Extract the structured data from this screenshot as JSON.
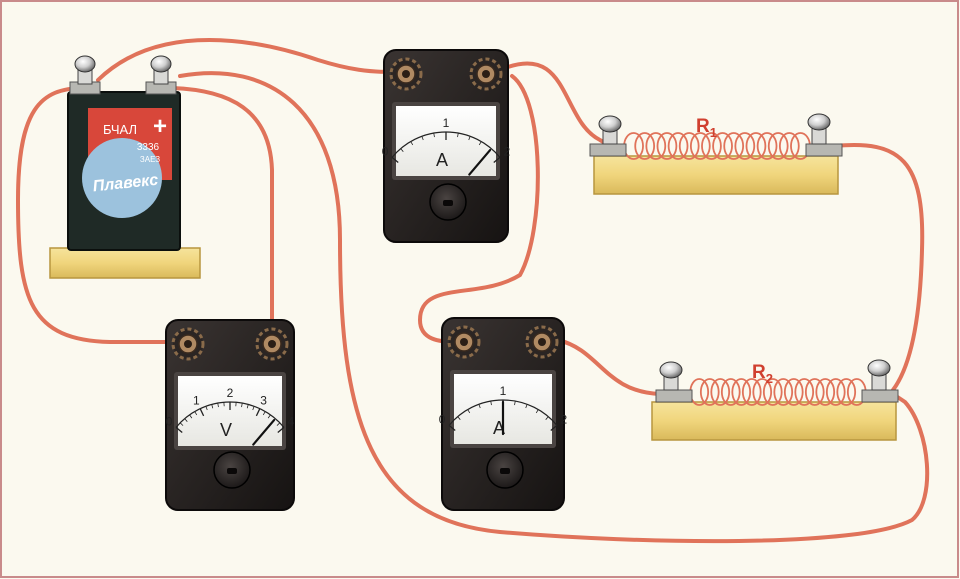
{
  "colors": {
    "background": "#fbf9ef",
    "frame": "#c98b8b",
    "wire": "#e0735a",
    "wire_dark": "#b8442f",
    "wood": "#f2dc8a",
    "wood_dark": "#c9a84a",
    "meter_body": "#262220",
    "battery_body": "#1f2a26",
    "battery_label_red": "#d8473a",
    "battery_label_blue": "#9cc2dd",
    "resistor_label": "#d0402f"
  },
  "battery": {
    "plus_sign": "+",
    "brand_text": "Плавекс",
    "label_top": "БЧАЛ",
    "label_code": "3336",
    "label_small": "ЗАЕЗ"
  },
  "ammeter_1": {
    "unit": "A",
    "scale": [
      "0",
      "1",
      "2"
    ],
    "needle_fraction": 0.9
  },
  "ammeter_2": {
    "unit": "A",
    "scale": [
      "0",
      "1",
      "2"
    ],
    "needle_fraction": 0.5
  },
  "voltmeter": {
    "unit": "V",
    "scale": [
      "0",
      "1",
      "2",
      "3",
      "4"
    ],
    "needle_fraction": 0.9
  },
  "resistor_1": {
    "label": "R",
    "subscript": "1"
  },
  "resistor_2": {
    "label": "R",
    "subscript": "2"
  },
  "icons": {
    "battery": "battery-icon",
    "ammeter": "ammeter-icon",
    "voltmeter": "voltmeter-icon",
    "resistor": "resistor-coil-icon",
    "terminal": "terminal-screw-icon"
  }
}
